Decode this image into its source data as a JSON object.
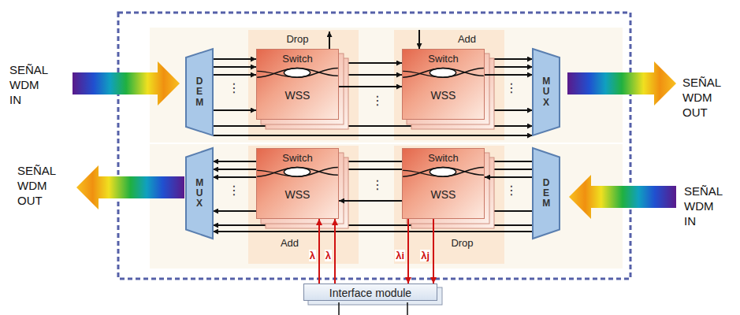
{
  "diagram": {
    "nodes": [
      {
        "text": [
          "DEM"
        ]
      },
      {
        "text": [
          "Drop",
          "Switch",
          "WSS"
        ]
      },
      {
        "text": [
          "Add",
          "Switch",
          "WSS"
        ]
      },
      {
        "text": [
          "MUX"
        ]
      },
      {
        "text": [
          "MUX"
        ]
      },
      {
        "text": [
          "Switch",
          "WSS",
          "Add"
        ]
      },
      {
        "text": [
          "Switch",
          "WSS",
          "Drop"
        ]
      },
      {
        "text": [
          "DEM"
        ]
      },
      {
        "text": [
          "Interface module"
        ]
      }
    ],
    "edges": [
      {
        "from": 0,
        "to": 1,
        "arrow": "to"
      },
      {
        "from": 1,
        "to": 2,
        "arrow": "to"
      },
      {
        "from": 2,
        "to": 3,
        "arrow": "to"
      },
      {
        "from": 0,
        "to": 3,
        "arrow": "to"
      },
      {
        "from": 7,
        "to": 6,
        "arrow": "to"
      },
      {
        "from": 6,
        "to": 5,
        "arrow": "to"
      },
      {
        "from": 5,
        "to": 4,
        "arrow": "to"
      },
      {
        "from": 7,
        "to": 4,
        "arrow": "to"
      },
      {
        "from": 8,
        "to": 5,
        "arrow": "to",
        "label": "λ"
      },
      {
        "from": 8,
        "to": 5,
        "arrow": "to",
        "label": "λ"
      },
      {
        "from": 6,
        "to": 8,
        "arrow": "to",
        "label": "λi"
      },
      {
        "from": 6,
        "to": 8,
        "arrow": "to",
        "label": "λj"
      }
    ],
    "labels": [
      "SEÑAL WDM IN",
      "SEÑAL WDM OUT",
      "SEÑAL WDM OUT",
      "SEÑAL WDM IN",
      "⋮",
      "⋮",
      "⋮",
      "⋮",
      "⋮",
      "⋮"
    ]
  }
}
